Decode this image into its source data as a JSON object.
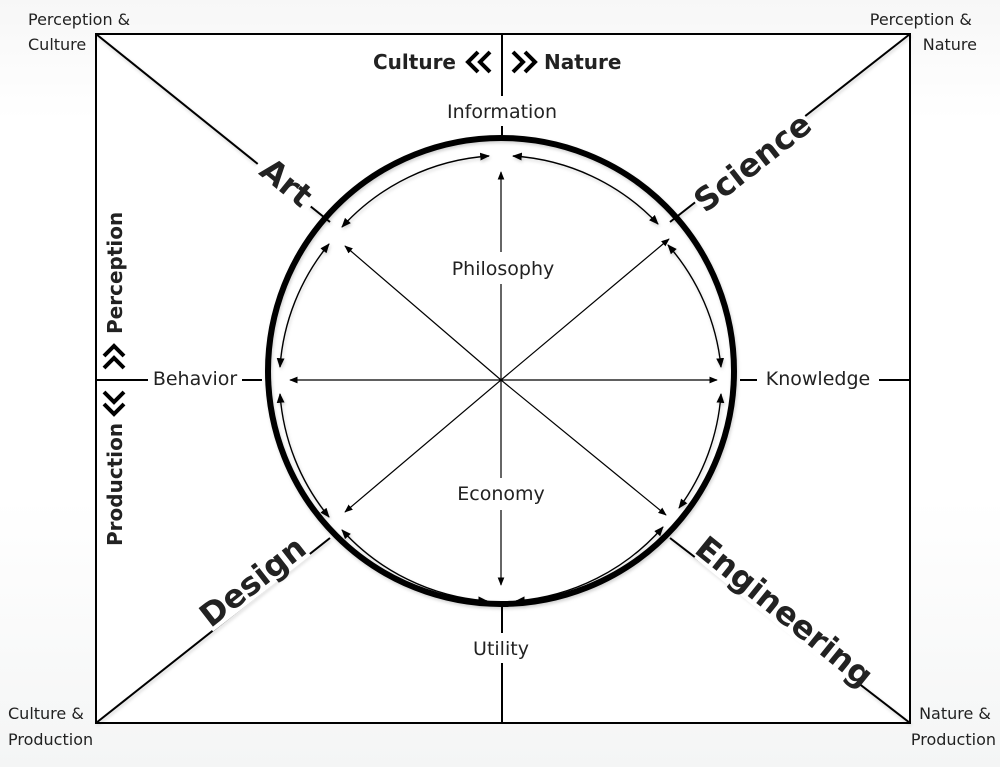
{
  "corners": {
    "top_left": [
      "Perception &",
      "Culture"
    ],
    "top_right": [
      "Perception &",
      "Nature"
    ],
    "bottom_left": [
      "Culture &",
      "Production"
    ],
    "bottom_right": [
      "Nature &",
      "Production"
    ]
  },
  "axes": {
    "horizontal": {
      "left": "Culture",
      "right": "Nature",
      "left_icon": "double-chevron-left-icon",
      "right_icon": "double-chevron-right-icon"
    },
    "vertical": {
      "top": "Perception",
      "bottom": "Production",
      "top_icon": "double-chevron-up-icon",
      "bottom_icon": "double-chevron-down-icon"
    }
  },
  "nodes": {
    "top": "Information",
    "bottom": "Utility",
    "left": "Behavior",
    "right": "Knowledge"
  },
  "inner_labels": {
    "upper": "Philosophy",
    "lower": "Economy"
  },
  "fields": {
    "top_left": "Art",
    "top_right": "Science",
    "bottom_left": "Design",
    "bottom_right": "Engineering"
  },
  "colors": {
    "line": "#000000",
    "text": "#222222",
    "background": "#ffffff"
  }
}
